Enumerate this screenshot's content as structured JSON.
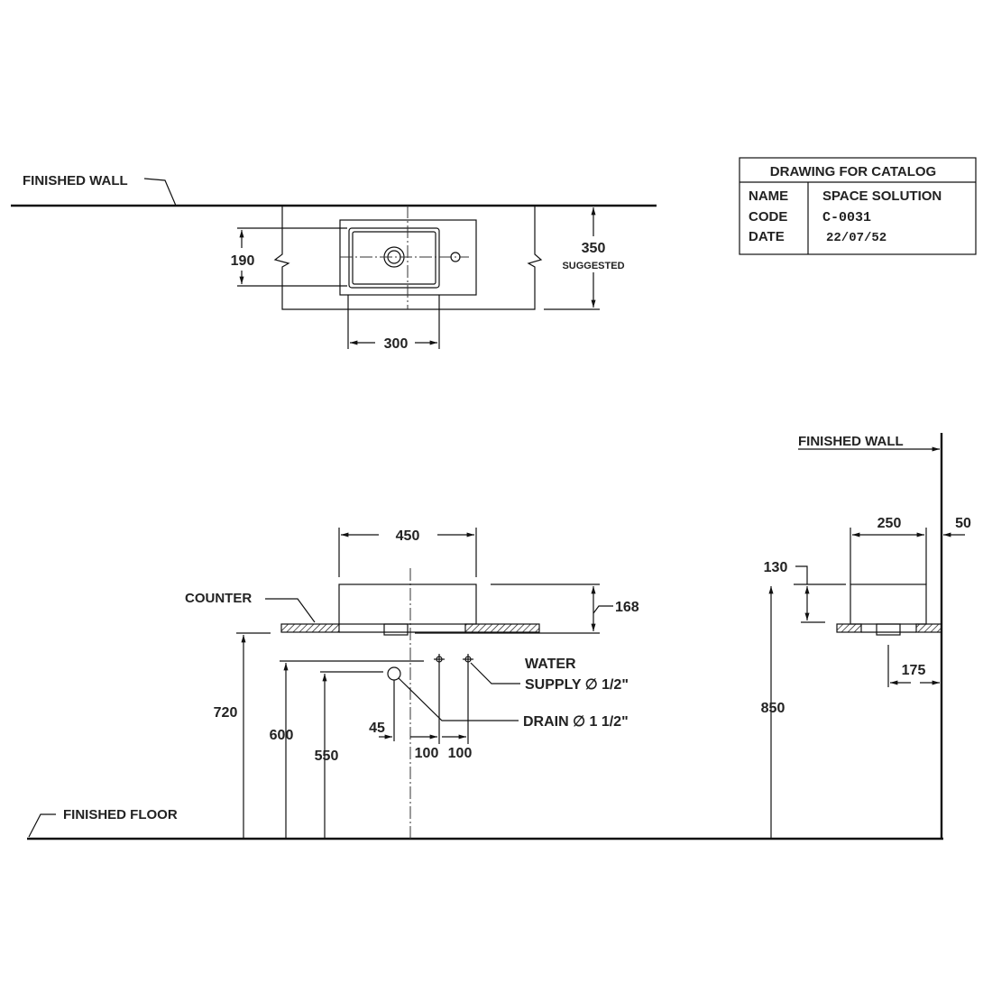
{
  "title_block": {
    "header": "DRAWING FOR CATALOG",
    "rows": [
      {
        "label": "NAME",
        "value": "SPACE SOLUTION"
      },
      {
        "label": "CODE",
        "value": "C-0031"
      },
      {
        "label": "DATE",
        "value": "22/07/52"
      }
    ]
  },
  "plan_view": {
    "wall_label": "FINISHED WALL",
    "dim_basin_depth": "190",
    "dim_counter_depth": "350",
    "dim_counter_note": "SUGGESTED",
    "dim_basin_inner_width": "300"
  },
  "front_elevation": {
    "counter_label": "COUNTER",
    "floor_label": "FINISHED FLOOR",
    "dim_width": "450",
    "dim_height": "168",
    "dim_counter_height": "720",
    "dim_supply_height": "600",
    "dim_drain_height": "550",
    "dim_drain_offset": "45",
    "dim_supply_spacing_1": "100",
    "dim_supply_spacing_2": "100",
    "water_supply_label_1": "WATER",
    "water_supply_label_2": "SUPPLY  ∅ 1/2\"",
    "drain_label": "DRAIN ∅ 1  1/2\""
  },
  "side_elevation": {
    "wall_label": "FINISHED WALL",
    "dim_depth": "250",
    "dim_wall_gap": "50",
    "dim_basin_height": "130",
    "dim_top_height": "850",
    "dim_drain_from_wall": "175"
  }
}
